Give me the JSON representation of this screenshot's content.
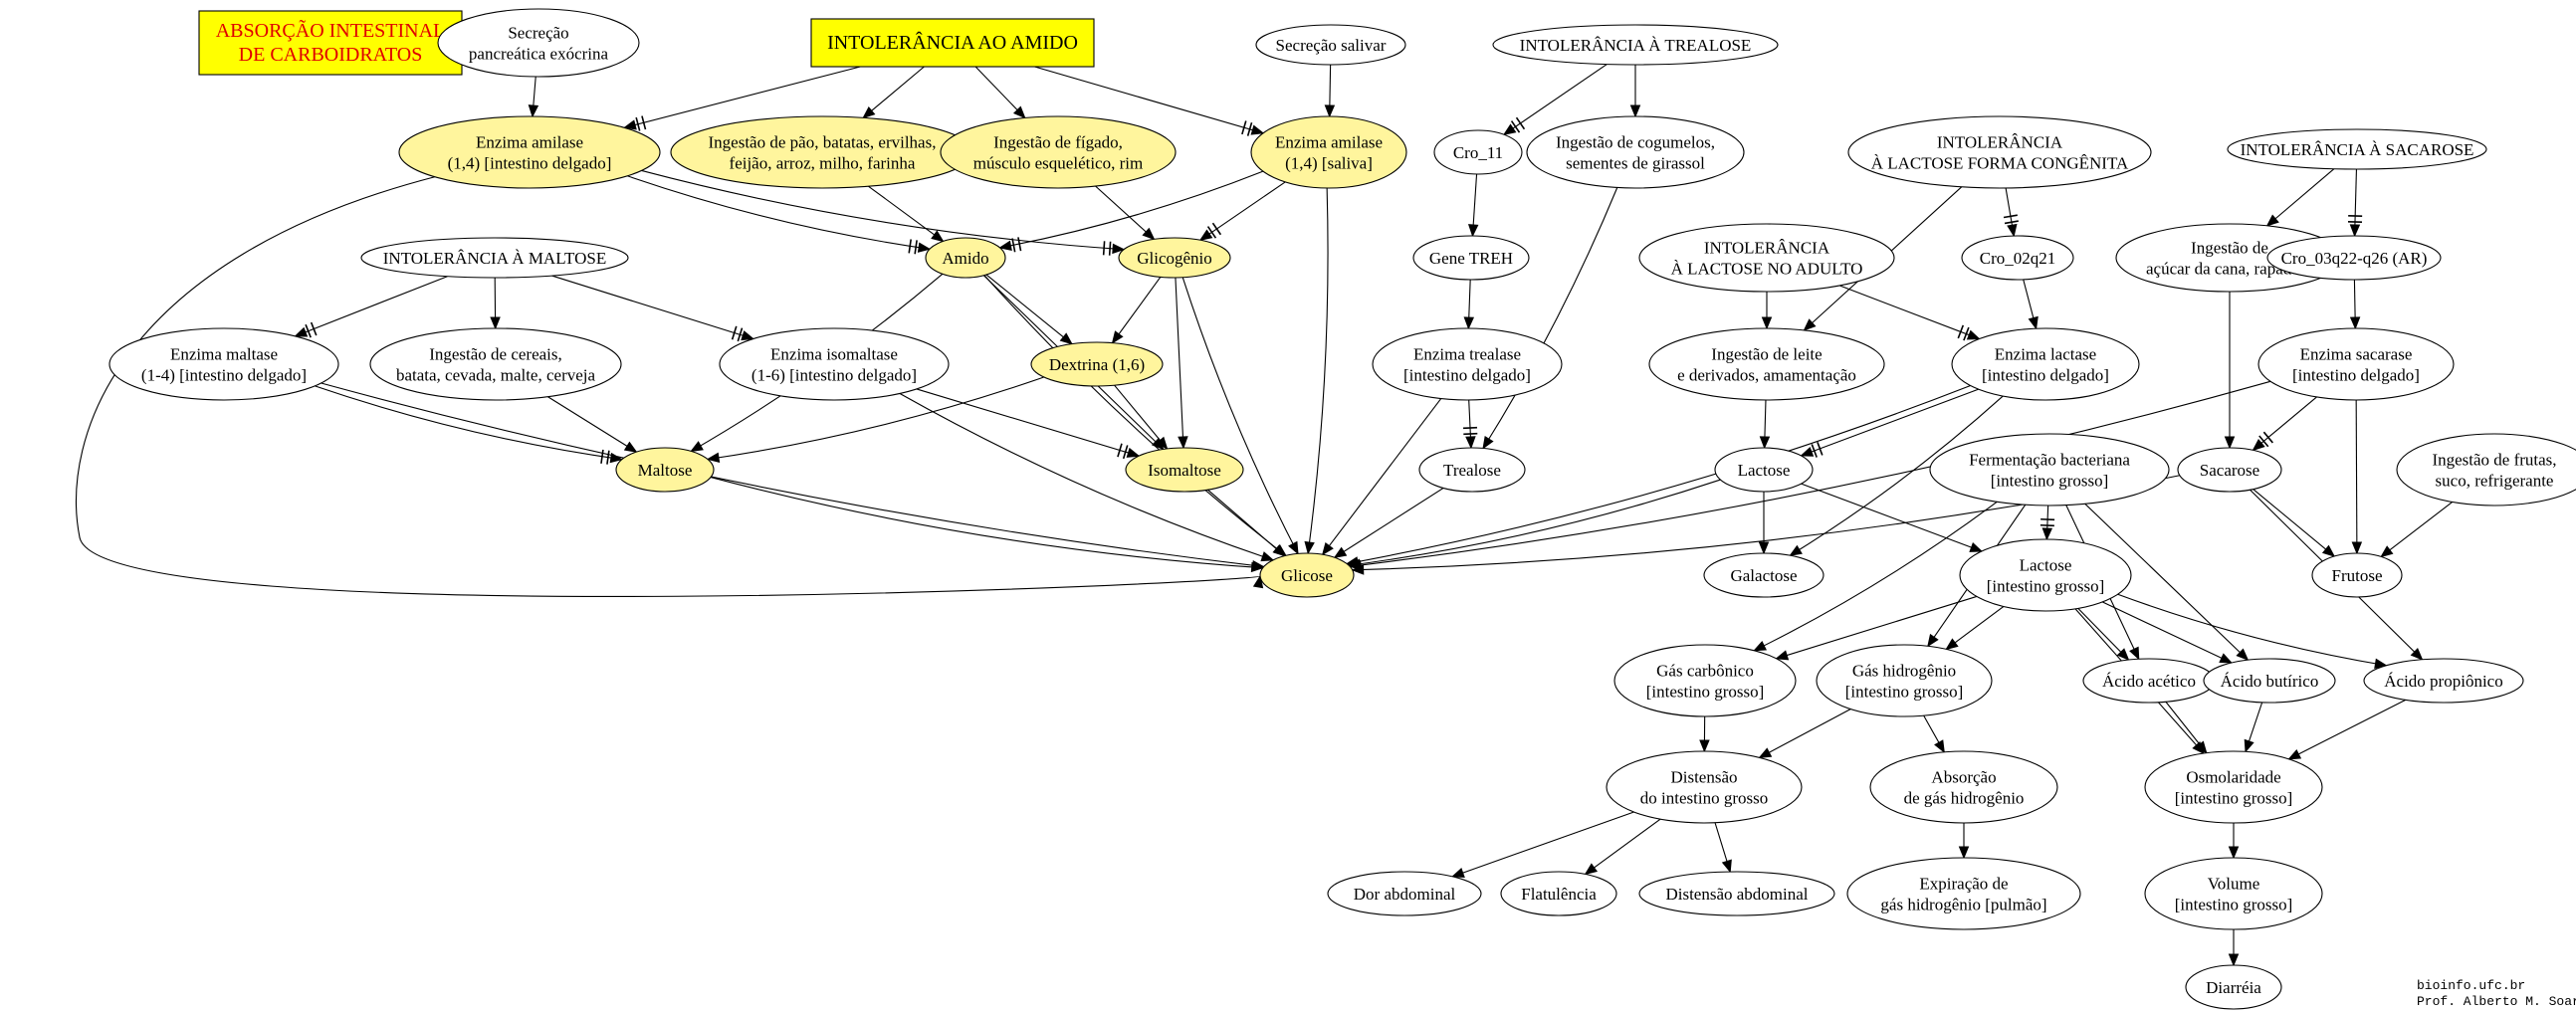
{
  "colors": {
    "highlight_fill": "#fff59d",
    "default_fill": "#ffffff",
    "box_fill": "#ffff00",
    "title_text": "#e00000",
    "stroke": "#000000"
  },
  "nodes": [
    {
      "id": "title",
      "shape": "box",
      "style": "title",
      "lines": [
        "ABSORÇÃO INTESTINAL",
        "DE CARBOIDRATOS"
      ]
    },
    {
      "id": "secrecao_pancreatica",
      "shape": "ellipse",
      "lines": [
        "Secreção",
        "pancreática exócrina"
      ]
    },
    {
      "id": "intolerancia_amido",
      "shape": "box",
      "style": "box",
      "lines": [
        "INTOLERÂNCIA AO AMIDO"
      ]
    },
    {
      "id": "secrecao_salivar",
      "shape": "ellipse",
      "lines": [
        "Secreção salivar"
      ]
    },
    {
      "id": "intolerancia_trealose",
      "shape": "ellipse",
      "lines": [
        "INTOLERÂNCIA À TREALOSE"
      ]
    },
    {
      "id": "enzima_amilase_int",
      "shape": "ellipse",
      "style": "highlight",
      "lines": [
        "Enzima amilase",
        "(1,4) [intestino delgado]"
      ]
    },
    {
      "id": "ingestao_pao",
      "shape": "ellipse",
      "style": "highlight",
      "lines": [
        "Ingestão de pão, batatas, ervilhas,",
        "feijão, arroz, milho, farinha"
      ]
    },
    {
      "id": "ingestao_figado",
      "shape": "ellipse",
      "style": "highlight",
      "lines": [
        "Ingestão de fígado,",
        "músculo esquelético, rim"
      ]
    },
    {
      "id": "enzima_amilase_sal",
      "shape": "ellipse",
      "style": "highlight",
      "lines": [
        "Enzima amilase",
        "(1,4) [saliva]"
      ]
    },
    {
      "id": "cro_11",
      "shape": "ellipse",
      "lines": [
        "Cro_11"
      ]
    },
    {
      "id": "ingestao_cogumelos",
      "shape": "ellipse",
      "lines": [
        "Ingestão de cogumelos,",
        "sementes de girassol"
      ]
    },
    {
      "id": "intol_lactose_cong",
      "shape": "ellipse",
      "lines": [
        "INTOLERÂNCIA",
        "À LACTOSE FORMA CONGÊNITA"
      ]
    },
    {
      "id": "intol_sacarose",
      "shape": "ellipse",
      "lines": [
        "INTOLERÂNCIA À SACAROSE"
      ]
    },
    {
      "id": "amido",
      "shape": "ellipse",
      "style": "highlight",
      "lines": [
        "Amido"
      ]
    },
    {
      "id": "glicogenio",
      "shape": "ellipse",
      "style": "highlight",
      "lines": [
        "Glicogênio"
      ]
    },
    {
      "id": "intol_maltose",
      "shape": "ellipse",
      "lines": [
        "INTOLERÂNCIA À MALTOSE"
      ]
    },
    {
      "id": "gene_treh",
      "shape": "ellipse",
      "lines": [
        "Gene TREH"
      ]
    },
    {
      "id": "intol_lactose_adulto",
      "shape": "ellipse",
      "lines": [
        "INTOLERÂNCIA",
        "À LACTOSE NO ADULTO"
      ]
    },
    {
      "id": "cro_02q21",
      "shape": "ellipse",
      "lines": [
        "Cro_02q21"
      ]
    },
    {
      "id": "ingestao_acucar",
      "shape": "ellipse",
      "lines": [
        "Ingestão de",
        "açúcar da cana, rapadura"
      ]
    },
    {
      "id": "cro_03q22",
      "shape": "ellipse",
      "lines": [
        "Cro_03q22-q26 (AR)"
      ]
    },
    {
      "id": "enzima_maltase",
      "shape": "ellipse",
      "lines": [
        "Enzima maltase",
        "(1-4) [intestino delgado]"
      ]
    },
    {
      "id": "ingestao_cereais",
      "shape": "ellipse",
      "lines": [
        "Ingestão de cereais,",
        "batata, cevada, malte, cerveja"
      ]
    },
    {
      "id": "enzima_isomaltase",
      "shape": "ellipse",
      "lines": [
        "Enzima isomaltase",
        "(1-6) [intestino delgado]"
      ]
    },
    {
      "id": "dextrina",
      "shape": "ellipse",
      "style": "highlight",
      "lines": [
        "Dextrina (1,6)"
      ]
    },
    {
      "id": "enzima_trealase",
      "shape": "ellipse",
      "lines": [
        "Enzima trealase",
        "[intestino delgado]"
      ]
    },
    {
      "id": "ingestao_leite",
      "shape": "ellipse",
      "lines": [
        "Ingestão de leite",
        "e derivados, amamentação"
      ]
    },
    {
      "id": "enzima_lactase",
      "shape": "ellipse",
      "lines": [
        "Enzima lactase",
        "[intestino delgado]"
      ]
    },
    {
      "id": "enzima_sacarase",
      "shape": "ellipse",
      "lines": [
        "Enzima sacarase",
        "[intestino delgado]"
      ]
    },
    {
      "id": "maltose",
      "shape": "ellipse",
      "style": "highlight",
      "lines": [
        "Maltose"
      ]
    },
    {
      "id": "isomaltose",
      "shape": "ellipse",
      "style": "highlight",
      "lines": [
        "Isomaltose"
      ]
    },
    {
      "id": "trealose",
      "shape": "ellipse",
      "lines": [
        "Trealose"
      ]
    },
    {
      "id": "lactose",
      "shape": "ellipse",
      "lines": [
        "Lactose"
      ]
    },
    {
      "id": "fermentacao",
      "shape": "ellipse",
      "lines": [
        "Fermentação bacteriana",
        "[intestino grosso]"
      ]
    },
    {
      "id": "sacarose",
      "shape": "ellipse",
      "lines": [
        "Sacarose"
      ]
    },
    {
      "id": "ingestao_frutas",
      "shape": "ellipse",
      "lines": [
        "Ingestão de frutas,",
        "suco, refrigerante"
      ]
    },
    {
      "id": "glicose",
      "shape": "ellipse",
      "style": "highlight",
      "lines": [
        "Glicose"
      ]
    },
    {
      "id": "galactose",
      "shape": "ellipse",
      "lines": [
        "Galactose"
      ]
    },
    {
      "id": "lactose_ig",
      "shape": "ellipse",
      "lines": [
        "Lactose",
        "[intestino grosso]"
      ]
    },
    {
      "id": "frutose",
      "shape": "ellipse",
      "lines": [
        "Frutose"
      ]
    },
    {
      "id": "gas_carbonico",
      "shape": "ellipse",
      "lines": [
        "Gás carbônico",
        "[intestino grosso]"
      ]
    },
    {
      "id": "gas_hidrogenio",
      "shape": "ellipse",
      "lines": [
        "Gás hidrogênio",
        "[intestino grosso]"
      ]
    },
    {
      "id": "acido_acetico",
      "shape": "ellipse",
      "lines": [
        "Ácido acético"
      ]
    },
    {
      "id": "acido_butirico",
      "shape": "ellipse",
      "lines": [
        "Ácido butírico"
      ]
    },
    {
      "id": "acido_propionico",
      "shape": "ellipse",
      "lines": [
        "Ácido propiônico"
      ]
    },
    {
      "id": "distensao_ig",
      "shape": "ellipse",
      "lines": [
        "Distensão",
        "do intestino grosso"
      ]
    },
    {
      "id": "absorcao_h2",
      "shape": "ellipse",
      "lines": [
        "Absorção",
        "de gás hidrogênio"
      ]
    },
    {
      "id": "osmolaridade",
      "shape": "ellipse",
      "lines": [
        "Osmolaridade",
        "[intestino grosso]"
      ]
    },
    {
      "id": "dor_abdominal",
      "shape": "ellipse",
      "lines": [
        "Dor abdominal"
      ]
    },
    {
      "id": "flatulencia",
      "shape": "ellipse",
      "lines": [
        "Flatulência"
      ]
    },
    {
      "id": "distensao_abd",
      "shape": "ellipse",
      "lines": [
        "Distensão abdominal"
      ]
    },
    {
      "id": "expiracao_h2",
      "shape": "ellipse",
      "lines": [
        "Expiração de",
        "gás hidrogênio [pulmão]"
      ]
    },
    {
      "id": "volume_ig",
      "shape": "ellipse",
      "lines": [
        "Volume",
        "[intestino grosso]"
      ]
    },
    {
      "id": "diarreia",
      "shape": "ellipse",
      "lines": [
        "Diarréia"
      ]
    }
  ],
  "edges": [
    {
      "from": "secrecao_pancreatica",
      "to": "enzima_amilase_int"
    },
    {
      "from": "secrecao_salivar",
      "to": "enzima_amilase_sal"
    },
    {
      "from": "intolerancia_amido",
      "to": "enzima_amilase_int",
      "inhibit": true
    },
    {
      "from": "intolerancia_amido",
      "to": "enzima_amilase_sal",
      "inhibit": true
    },
    {
      "from": "intolerancia_amido",
      "to": "ingestao_pao"
    },
    {
      "from": "intolerancia_amido",
      "to": "ingestao_figado"
    },
    {
      "from": "ingestao_pao",
      "to": "amido"
    },
    {
      "from": "ingestao_figado",
      "to": "glicogenio"
    },
    {
      "from": "enzima_amilase_int",
      "to": "amido",
      "inhibit": true
    },
    {
      "from": "enzima_amilase_int",
      "to": "glicogenio",
      "inhibit": true
    },
    {
      "from": "enzima_amilase_int",
      "to": "glicose",
      "route": "left"
    },
    {
      "from": "enzima_amilase_sal",
      "to": "amido",
      "inhibit": true
    },
    {
      "from": "enzima_amilase_sal",
      "to": "glicogenio",
      "inhibit": true
    },
    {
      "from": "enzima_amilase_sal",
      "to": "glicose"
    },
    {
      "from": "amido",
      "to": "dextrina"
    },
    {
      "from": "amido",
      "to": "maltose"
    },
    {
      "from": "amido",
      "to": "isomaltose"
    },
    {
      "from": "amido",
      "to": "glicose"
    },
    {
      "from": "glicogenio",
      "to": "dextrina"
    },
    {
      "from": "glicogenio",
      "to": "isomaltose"
    },
    {
      "from": "glicogenio",
      "to": "glicose"
    },
    {
      "from": "dextrina",
      "to": "maltose"
    },
    {
      "from": "dextrina",
      "to": "isomaltose"
    },
    {
      "from": "intol_maltose",
      "to": "enzima_maltase",
      "inhibit": true
    },
    {
      "from": "intol_maltose",
      "to": "ingestao_cereais"
    },
    {
      "from": "intol_maltose",
      "to": "enzima_isomaltase",
      "inhibit": true
    },
    {
      "from": "enzima_maltase",
      "to": "maltose",
      "inhibit": true
    },
    {
      "from": "enzima_maltase",
      "to": "glicose"
    },
    {
      "from": "ingestao_cereais",
      "to": "maltose"
    },
    {
      "from": "enzima_isomaltase",
      "to": "isomaltose",
      "inhibit": true
    },
    {
      "from": "enzima_isomaltase",
      "to": "glicose"
    },
    {
      "from": "maltose",
      "to": "glicose"
    },
    {
      "from": "isomaltose",
      "to": "glicose"
    },
    {
      "from": "intolerancia_trealose",
      "to": "cro_11",
      "inhibit": true
    },
    {
      "from": "intolerancia_trealose",
      "to": "ingestao_cogumelos"
    },
    {
      "from": "cro_11",
      "to": "gene_treh"
    },
    {
      "from": "gene_treh",
      "to": "enzima_trealase"
    },
    {
      "from": "enzima_trealase",
      "to": "trealose",
      "inhibit": true
    },
    {
      "from": "enzima_trealase",
      "to": "glicose"
    },
    {
      "from": "ingestao_cogumelos",
      "to": "trealose"
    },
    {
      "from": "trealose",
      "to": "glicose"
    },
    {
      "from": "intol_lactose_cong",
      "to": "cro_02q21",
      "inhibit": true
    },
    {
      "from": "intol_lactose_cong",
      "to": "ingestao_leite"
    },
    {
      "from": "intol_lactose_adulto",
      "to": "ingestao_leite"
    },
    {
      "from": "intol_lactose_adulto",
      "to": "enzima_lactase",
      "inhibit": true
    },
    {
      "from": "cro_02q21",
      "to": "enzima_lactase"
    },
    {
      "from": "ingestao_leite",
      "to": "lactose"
    },
    {
      "from": "enzima_lactase",
      "to": "lactose",
      "inhibit": true
    },
    {
      "from": "enzima_lactase",
      "to": "glicose"
    },
    {
      "from": "enzima_lactase",
      "to": "galactose"
    },
    {
      "from": "lactose",
      "to": "glicose"
    },
    {
      "from": "lactose",
      "to": "galactose"
    },
    {
      "from": "lactose",
      "to": "lactose_ig"
    },
    {
      "from": "intol_sacarose",
      "to": "ingestao_acucar"
    },
    {
      "from": "intol_sacarose",
      "to": "cro_03q22",
      "inhibit": true
    },
    {
      "from": "ingestao_acucar",
      "to": "sacarose"
    },
    {
      "from": "cro_03q22",
      "to": "enzima_sacarase"
    },
    {
      "from": "enzima_sacarase",
      "to": "sacarose",
      "inhibit": true
    },
    {
      "from": "enzima_sacarase",
      "to": "glicose"
    },
    {
      "from": "enzima_sacarase",
      "to": "frutose"
    },
    {
      "from": "sacarose",
      "to": "glicose"
    },
    {
      "from": "sacarose",
      "to": "frutose"
    },
    {
      "from": "sacarose",
      "to": "acido_propionico"
    },
    {
      "from": "ingestao_frutas",
      "to": "frutose"
    },
    {
      "from": "fermentacao",
      "to": "lactose_ig",
      "inhibit": true
    },
    {
      "from": "fermentacao",
      "to": "gas_carbonico"
    },
    {
      "from": "fermentacao",
      "to": "gas_hidrogenio"
    },
    {
      "from": "fermentacao",
      "to": "acido_acetico"
    },
    {
      "from": "fermentacao",
      "to": "acido_butirico"
    },
    {
      "from": "lactose_ig",
      "to": "gas_carbonico"
    },
    {
      "from": "lactose_ig",
      "to": "gas_hidrogenio"
    },
    {
      "from": "lactose_ig",
      "to": "acido_acetico"
    },
    {
      "from": "lactose_ig",
      "to": "acido_butirico"
    },
    {
      "from": "lactose_ig",
      "to": "acido_propionico"
    },
    {
      "from": "lactose_ig",
      "to": "osmolaridade"
    },
    {
      "from": "gas_carbonico",
      "to": "distensao_ig"
    },
    {
      "from": "gas_hidrogenio",
      "to": "distensao_ig"
    },
    {
      "from": "gas_hidrogenio",
      "to": "absorcao_h2"
    },
    {
      "from": "acido_acetico",
      "to": "osmolaridade"
    },
    {
      "from": "acido_butirico",
      "to": "osmolaridade"
    },
    {
      "from": "acido_propionico",
      "to": "osmolaridade"
    },
    {
      "from": "distensao_ig",
      "to": "dor_abdominal"
    },
    {
      "from": "distensao_ig",
      "to": "flatulencia"
    },
    {
      "from": "distensao_ig",
      "to": "distensao_abd"
    },
    {
      "from": "absorcao_h2",
      "to": "expiracao_h2"
    },
    {
      "from": "osmolaridade",
      "to": "volume_ig"
    },
    {
      "from": "volume_ig",
      "to": "diarreia"
    }
  ],
  "credits": [
    "bioinfo.ufc.br",
    "Prof. Alberto M. Soares"
  ]
}
